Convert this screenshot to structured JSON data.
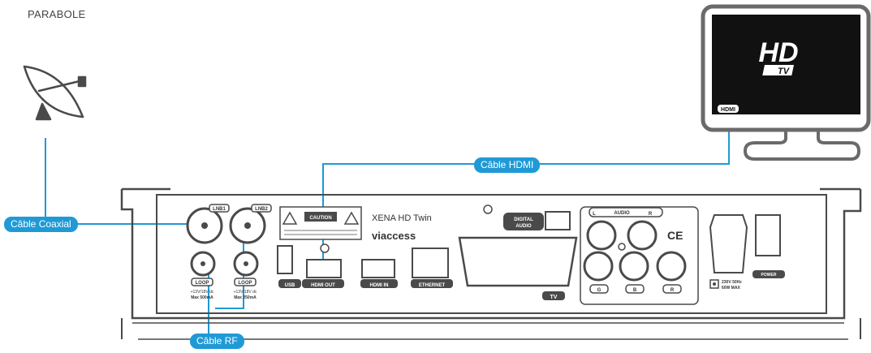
{
  "title": "PARABOLE",
  "cables": {
    "coaxial": "Câble Coaxial",
    "hdmi": "Câble HDMI",
    "rf": "Câble RF"
  },
  "tv": {
    "logo_top": "HD",
    "logo_bottom": "TV",
    "port": "HDMI"
  },
  "receiver": {
    "model": "XENA HD Twin",
    "brand": "viaccess",
    "lnb1": "LNB1",
    "lnb2": "LNB2",
    "loop1": "LOOP",
    "loop2": "LOOP",
    "loop1_spec": "+13V/18V dc",
    "loop1_max": "Max 500mA",
    "loop2_spec": "+13V/18V dc",
    "loop2_max": "Max 250mA",
    "caution": "CAUTION",
    "usb": "USB",
    "hdmi_out": "HDMI OUT",
    "hdmi_in": "HDMI IN",
    "ethernet": "ETHERNET",
    "tv": "TV",
    "digital": "DIGITAL",
    "audio_label": "AUDIO",
    "audio": "AUDIO",
    "l": "L",
    "r": "R",
    "g": "G",
    "b": "B",
    "rr": "R",
    "ce": "CE",
    "power_spec1": "230V 50Hz",
    "power_spec2": "60W MAX",
    "power": "POWER"
  },
  "colors": {
    "accent": "#1f9ad6",
    "line": "#4a4a4a",
    "tv_frame": "#6a6a6a",
    "tv_screen": "#111111"
  }
}
